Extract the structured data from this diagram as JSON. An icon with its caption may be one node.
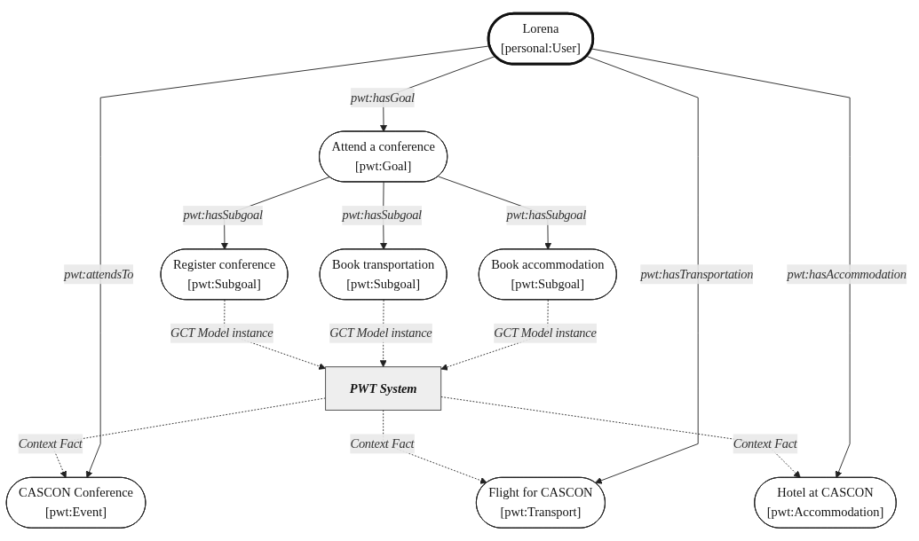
{
  "diagram": {
    "nodes": [
      {
        "text": [
          "Lorena",
          "[personal:User]"
        ]
      },
      {
        "text": [
          "Attend a conference",
          "[pwt:Goal]"
        ]
      },
      {
        "text": [
          "Register conference",
          "[pwt:Subgoal]"
        ]
      },
      {
        "text": [
          "Book transportation",
          "[pwt:Subgoal]"
        ]
      },
      {
        "text": [
          "Book accommodation",
          "[pwt:Subgoal]"
        ]
      },
      {
        "text": [
          "PWT System"
        ]
      },
      {
        "text": [
          "CASCON Conference",
          "[pwt:Event]"
        ]
      },
      {
        "text": [
          "Flight for CASCON",
          "[pwt:Transport]"
        ]
      },
      {
        "text": [
          "Hotel at CASCON",
          "[pwt:Accommodation]"
        ]
      }
    ],
    "edges": [
      {
        "from": 0,
        "to": 1,
        "arrow": "to",
        "label": "pwt:hasGoal"
      },
      {
        "from": 1,
        "to": 2,
        "arrow": "to",
        "label": "pwt:hasSubgoal"
      },
      {
        "from": 1,
        "to": 3,
        "arrow": "to",
        "label": "pwt:hasSubgoal"
      },
      {
        "from": 1,
        "to": 4,
        "arrow": "to",
        "label": "pwt:hasSubgoal"
      },
      {
        "from": 2,
        "to": 5,
        "arrow": "to",
        "label": "GCT Model instance",
        "style": "dashed"
      },
      {
        "from": 3,
        "to": 5,
        "arrow": "to",
        "label": "GCT Model instance",
        "style": "dashed"
      },
      {
        "from": 4,
        "to": 5,
        "arrow": "to",
        "label": "GCT Model instance",
        "style": "dashed"
      },
      {
        "from": 5,
        "to": 6,
        "arrow": "to",
        "label": "Context Fact",
        "style": "dashed"
      },
      {
        "from": 5,
        "to": 7,
        "arrow": "to",
        "label": "Context Fact",
        "style": "dashed"
      },
      {
        "from": 5,
        "to": 8,
        "arrow": "to",
        "label": "Context Fact",
        "style": "dashed"
      },
      {
        "from": 0,
        "to": 6,
        "arrow": "to",
        "label": "pwt:attendsTo"
      },
      {
        "from": 0,
        "to": 7,
        "arrow": "to",
        "label": "pwt:hasTransportation"
      },
      {
        "from": 0,
        "to": 8,
        "arrow": "to",
        "label": "pwt:hasAccommodation"
      }
    ]
  }
}
